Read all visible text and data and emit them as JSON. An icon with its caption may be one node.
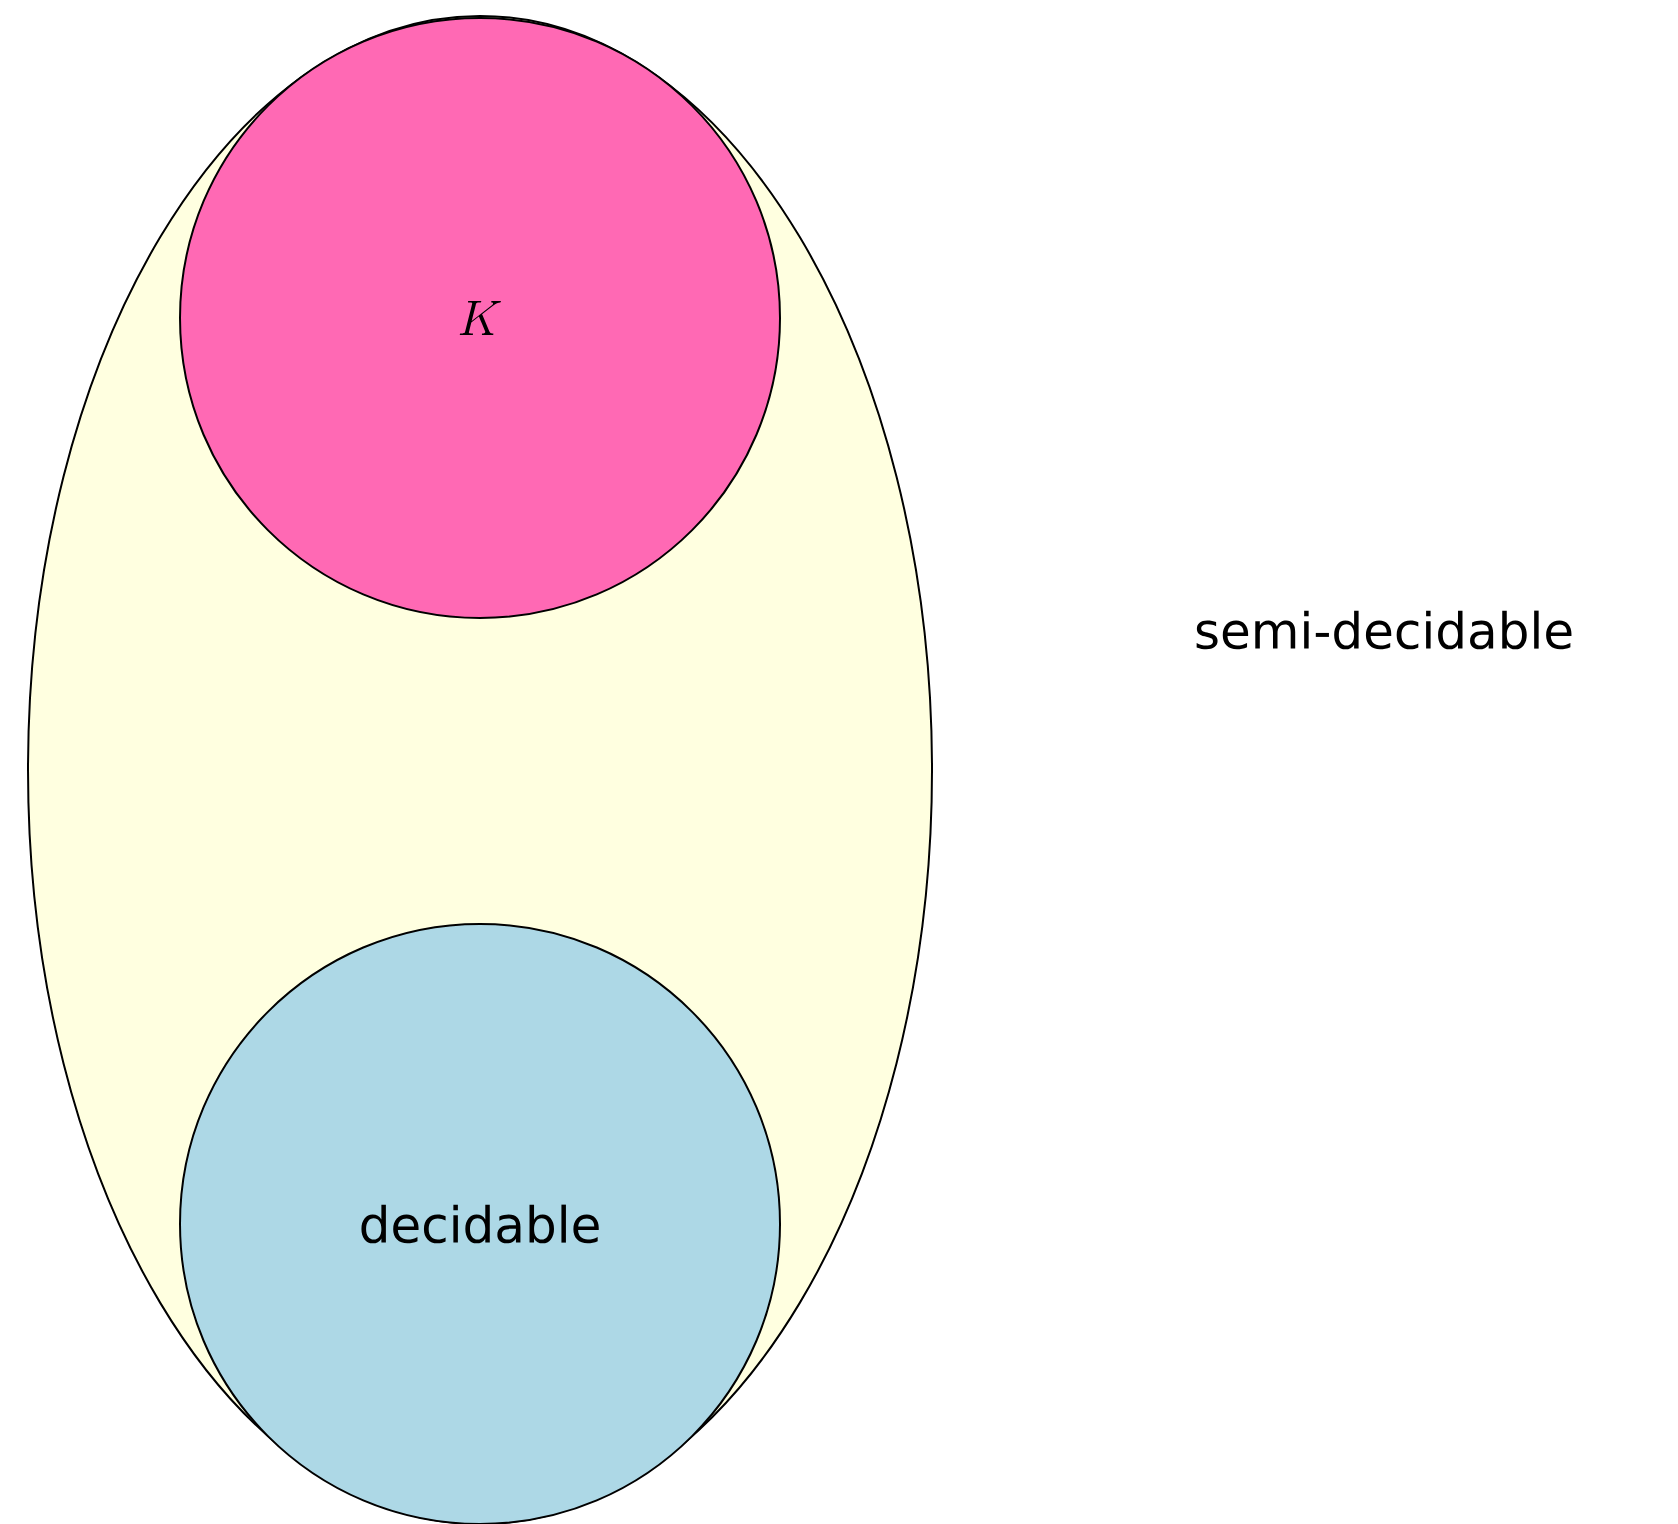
{
  "diagram": {
    "nodes": [
      {
        "text": [],
        "shape": "ellipse"
      },
      {
        "text": [
          "K"
        ],
        "in": 0
      },
      {
        "text": [
          "decidable"
        ],
        "in": 0
      }
    ],
    "labels": [
      "semi-decidable"
    ]
  }
}
